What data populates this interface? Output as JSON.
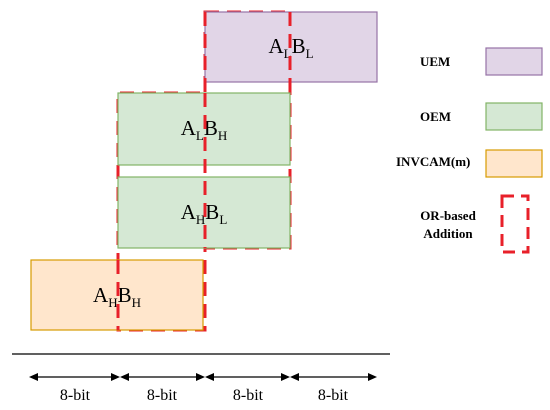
{
  "colors": {
    "uem_fill": "#e1d5e7",
    "uem_stroke": "#9673a6",
    "oem_fill": "#d5e8d4",
    "oem_stroke": "#82b366",
    "inv_fill": "#ffe6cc",
    "inv_stroke": "#d79b00",
    "or_stroke": "#e8202a"
  },
  "blocks": {
    "albl": {
      "a": "A",
      "a_sub": "L",
      "b": "B",
      "b_sub": "L"
    },
    "albh": {
      "a": "A",
      "a_sub": "L",
      "b": "B",
      "b_sub": "H"
    },
    "ahbl": {
      "a": "A",
      "a_sub": "H",
      "b": "B",
      "b_sub": "L"
    },
    "ahbh": {
      "a": "A",
      "a_sub": "H",
      "b": "B",
      "b_sub": "H"
    }
  },
  "legend": {
    "uem": "UEM",
    "oem": "OEM",
    "invcam": "INVCAM(m)",
    "or_line1": "OR-based",
    "or_line2": "Addition"
  },
  "bits": [
    "8-bit",
    "8-bit",
    "8-bit",
    "8-bit"
  ]
}
